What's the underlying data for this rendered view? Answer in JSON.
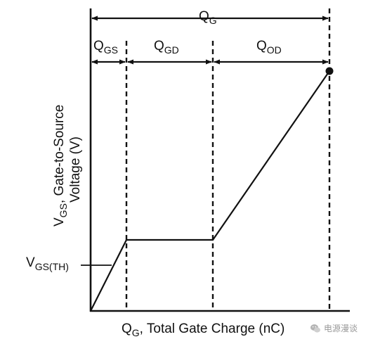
{
  "labels": {
    "qg": "Q",
    "qg_sub": "G",
    "qgs": "Q",
    "qgs_sub": "GS",
    "qgd": "Q",
    "qgd_sub": "GD",
    "qod": "Q",
    "qod_sub": "OD",
    "y_axis_line1_pre": "V",
    "y_axis_line1_sub": "GS",
    "y_axis_line1_rest": ", Gate-to-Source",
    "y_axis_line2": "Voltage (V)",
    "vth": "V",
    "vth_sub": "GS(TH)",
    "x_axis_pre": "Q",
    "x_axis_sub": "G",
    "x_axis_rest": ", Total Gate Charge (nC)"
  },
  "watermark": {
    "text": "电源漫谈",
    "icon": "wechat-icon"
  },
  "colors": {
    "ink": "#111111",
    "watermark": "#9a9a9a"
  }
}
